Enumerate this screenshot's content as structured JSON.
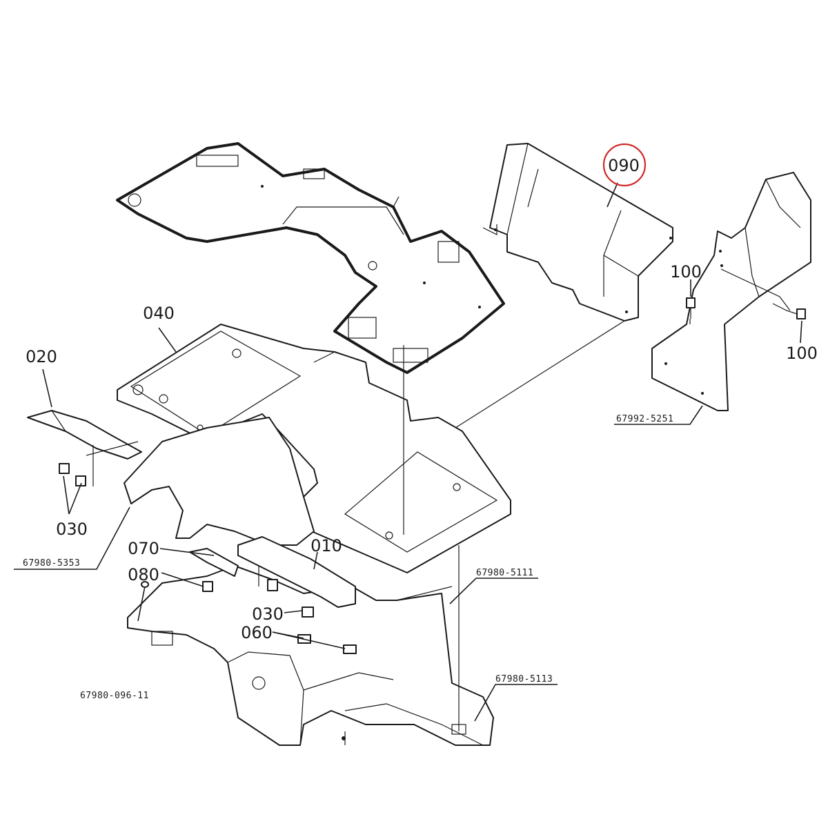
{
  "callouts": {
    "c010": "010",
    "c020": "020",
    "c030a": "030",
    "c030b": "030",
    "c040": "040",
    "c060": "060",
    "c070": "070",
    "c080": "080",
    "c090": "090",
    "c100a": "100",
    "c100b": "100"
  },
  "references": {
    "r5353": "67980-5353",
    "r5111": "67980-5111",
    "r5113": "67980-5113",
    "r5251": "67992-5251",
    "fig": "67980-096-11"
  },
  "highlight": {
    "part": "090",
    "color": "#d02a2a"
  }
}
